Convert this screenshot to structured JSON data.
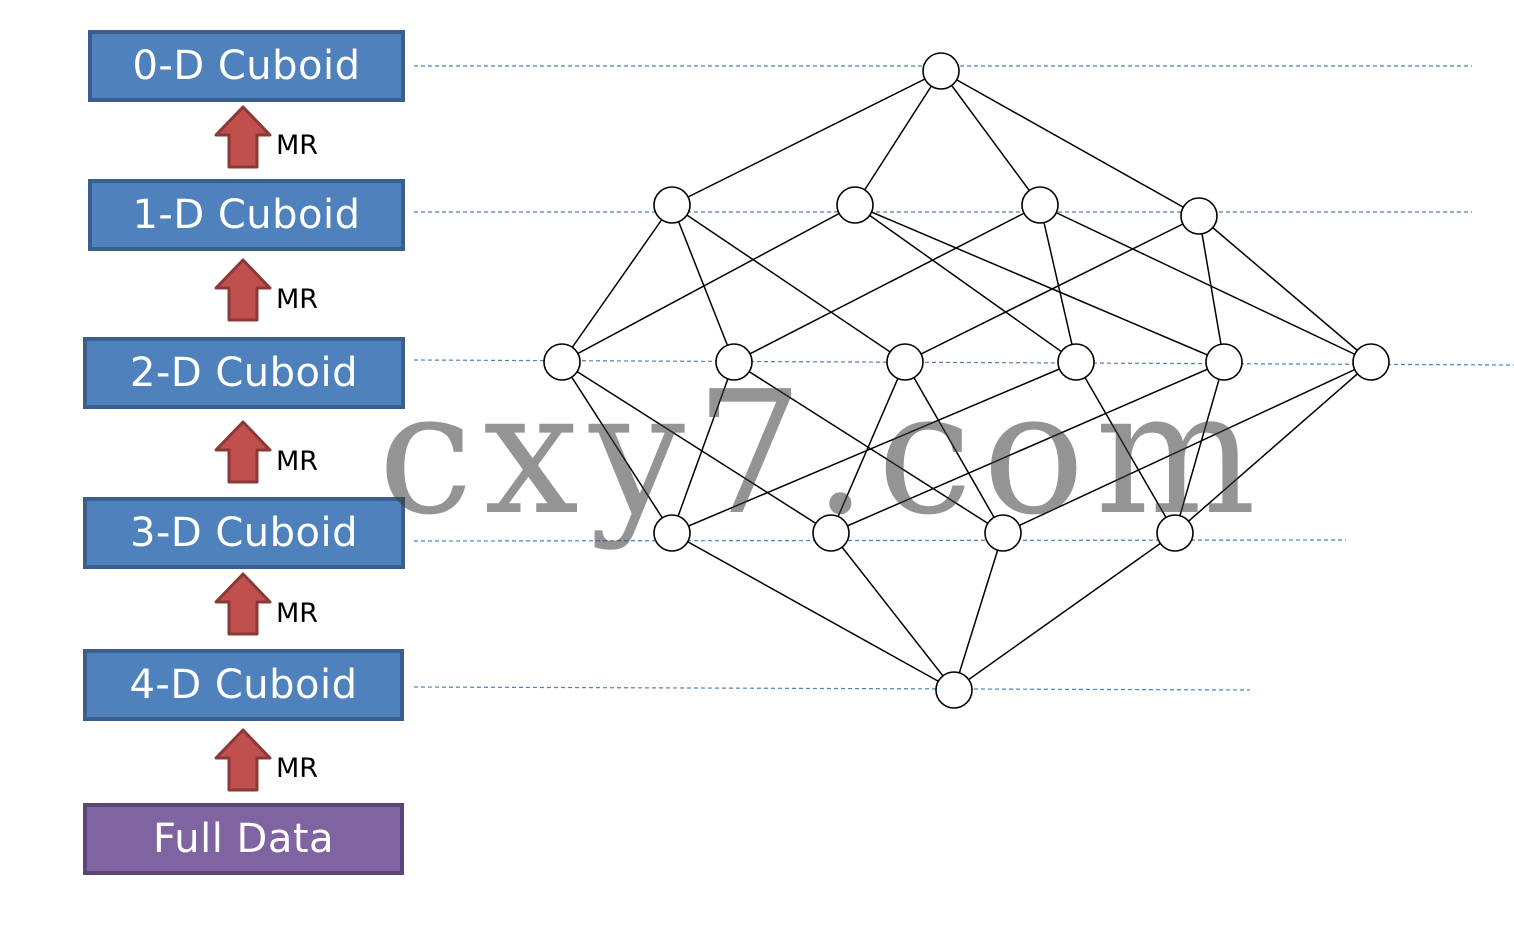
{
  "levels": [
    {
      "label": "0-D Cuboid"
    },
    {
      "label": "1-D Cuboid"
    },
    {
      "label": "2-D Cuboid"
    },
    {
      "label": "3-D Cuboid"
    },
    {
      "label": "4-D Cuboid"
    },
    {
      "label": "Full Data"
    }
  ],
  "arrows": [
    {
      "label": "MR"
    },
    {
      "label": "MR"
    },
    {
      "label": "MR"
    },
    {
      "label": "MR"
    },
    {
      "label": "MR"
    }
  ],
  "watermark": "cxy7.com",
  "colors": {
    "cuboid_fill": "#4f81bd",
    "data_fill": "#8064a2",
    "arrow_fill": "#c0504d",
    "guide_line": "#4f81bd"
  },
  "lattice": {
    "nodes": [
      "0d",
      "1a",
      "1b",
      "1c",
      "1d",
      "2a",
      "2b",
      "2c",
      "2d",
      "2e",
      "2f",
      "3a",
      "3b",
      "3c",
      "3d",
      "4d"
    ],
    "edges": [
      [
        "0d",
        "1a"
      ],
      [
        "0d",
        "1b"
      ],
      [
        "0d",
        "1c"
      ],
      [
        "0d",
        "1d"
      ],
      [
        "1a",
        "2a"
      ],
      [
        "1a",
        "2b"
      ],
      [
        "1a",
        "2c"
      ],
      [
        "1b",
        "2a"
      ],
      [
        "1b",
        "2d"
      ],
      [
        "1b",
        "2e"
      ],
      [
        "1c",
        "2b"
      ],
      [
        "1c",
        "2d"
      ],
      [
        "1c",
        "2f"
      ],
      [
        "1d",
        "2c"
      ],
      [
        "1d",
        "2e"
      ],
      [
        "1d",
        "2f"
      ],
      [
        "2a",
        "3a"
      ],
      [
        "2a",
        "3b"
      ],
      [
        "2b",
        "3a"
      ],
      [
        "2b",
        "3c"
      ],
      [
        "2c",
        "3b"
      ],
      [
        "2c",
        "3c"
      ],
      [
        "2d",
        "3a"
      ],
      [
        "2d",
        "3d"
      ],
      [
        "2e",
        "3b"
      ],
      [
        "2e",
        "3d"
      ],
      [
        "2f",
        "3c"
      ],
      [
        "2f",
        "3d"
      ],
      [
        "3a",
        "4d"
      ],
      [
        "3b",
        "4d"
      ],
      [
        "3c",
        "4d"
      ],
      [
        "3d",
        "4d"
      ]
    ]
  }
}
